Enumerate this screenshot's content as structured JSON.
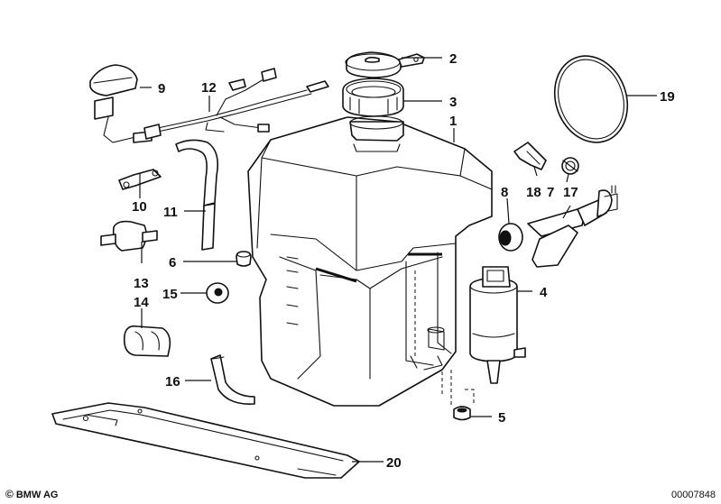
{
  "diagram": {
    "labels": {
      "p1": "1",
      "p2": "2",
      "p3": "3",
      "p4": "4",
      "p5": "5",
      "p6": "6",
      "p7": "7",
      "p8": "8",
      "p9": "9",
      "p10": "10",
      "p11": "11",
      "p12": "12",
      "p13": "13",
      "p14": "14",
      "p15": "15",
      "p16": "16",
      "p17": "17",
      "p18": "18",
      "p19": "19",
      "p20": "20"
    }
  },
  "footer": {
    "copyright_symbol": "©",
    "brand": "BMW AG",
    "doc_number": "00007848"
  }
}
